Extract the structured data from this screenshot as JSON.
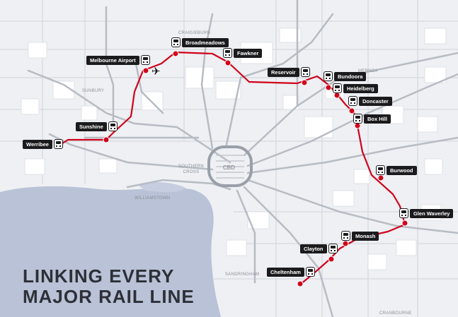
{
  "headline": {
    "line1": "LINKING EVERY",
    "line2": "MAJOR RAIL LINE"
  },
  "cbd_label": "CBD",
  "suburbs": [
    {
      "key": "craigieburn",
      "text": "CRAIGIEBURN"
    },
    {
      "key": "mernda",
      "text": "MERNDA"
    },
    {
      "key": "sunbury",
      "text": "SUNBURY"
    },
    {
      "key": "southern_cross",
      "text": "SOUTHERN CROSS"
    },
    {
      "key": "williamstown",
      "text": "WILLIAMSTOWN"
    },
    {
      "key": "sandringham",
      "text": "SANDRINGHAM"
    },
    {
      "key": "cranbourne",
      "text": "CRANBOURNE"
    }
  ],
  "stations": [
    {
      "key": "broadmeadows",
      "name": "Broadmeadows"
    },
    {
      "key": "melbourne_airport",
      "name": "Melbourne Airport"
    },
    {
      "key": "fawkner",
      "name": "Fawkner"
    },
    {
      "key": "reservoir",
      "name": "Reservoir"
    },
    {
      "key": "bundoora",
      "name": "Bundoora"
    },
    {
      "key": "heidelberg",
      "name": "Heidelberg"
    },
    {
      "key": "doncaster",
      "name": "Doncaster"
    },
    {
      "key": "box_hill",
      "name": "Box Hill"
    },
    {
      "key": "sunshine",
      "name": "Sunshine"
    },
    {
      "key": "werribee",
      "name": "Werribee"
    },
    {
      "key": "burwood",
      "name": "Burwood"
    },
    {
      "key": "glen_waverley",
      "name": "Glen Waverley"
    },
    {
      "key": "monash",
      "name": "Monash"
    },
    {
      "key": "clayton",
      "name": "Clayton"
    },
    {
      "key": "cheltenham",
      "name": "Cheltenham"
    }
  ],
  "colors": {
    "route": "#d0021b",
    "label_bg": "#1b1b1e",
    "water": "#b9c2d6",
    "land": "#eef0f3",
    "rail": "#b7bcc4"
  },
  "icons": {
    "station": "train-icon",
    "airport": "airplane-icon"
  }
}
